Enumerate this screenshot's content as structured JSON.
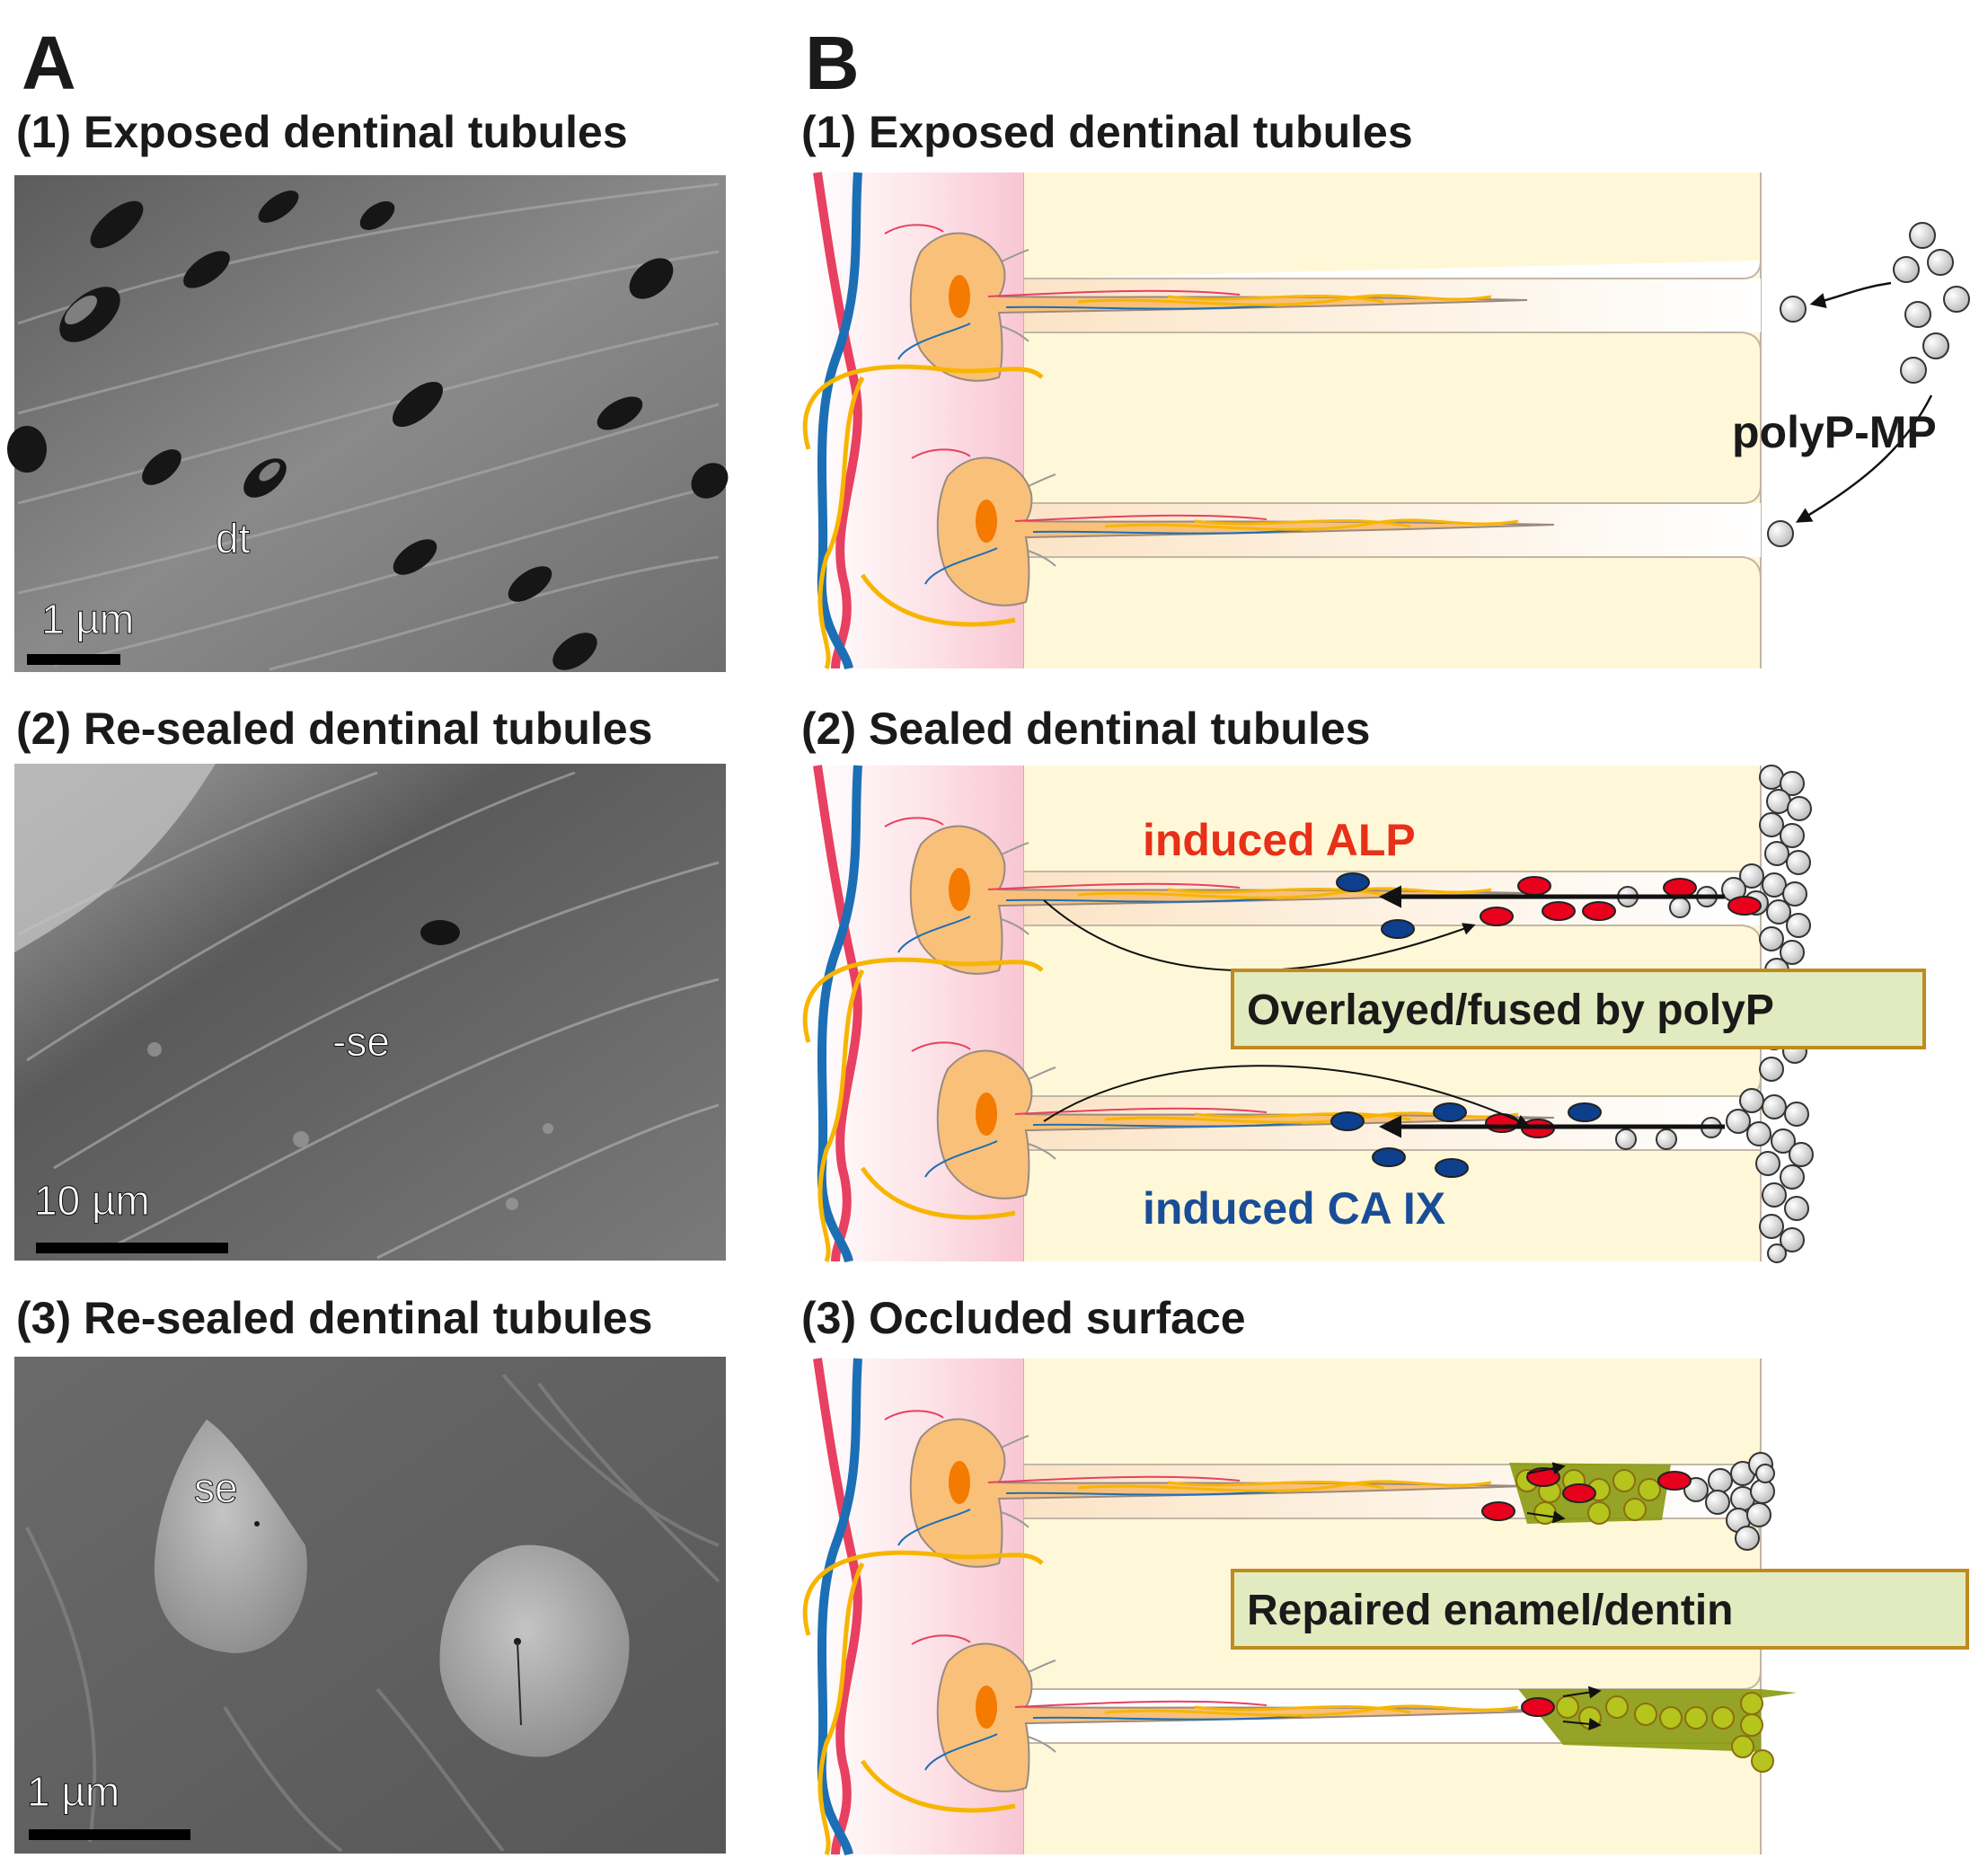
{
  "panels": {
    "a": {
      "letter": "A",
      "sections": [
        {
          "title": "(1) Exposed dentinal tubules",
          "label": "dt",
          "scale": "1 µm"
        },
        {
          "title": "(2) Re-sealed dentinal tubules",
          "label": "-se",
          "scale": "10 µm"
        },
        {
          "title": "(3) Re-sealed dentinal tubules",
          "label": "se",
          "scale": "1 µm"
        }
      ]
    },
    "b": {
      "letter": "B",
      "sections": [
        {
          "title": "(1) Exposed dentinal tubules",
          "polyp_label": "polyP-MP"
        },
        {
          "title": "(2) Sealed dentinal tubules",
          "alp_label": "induced ALP",
          "ca_label": "induced CA IX",
          "box_label": "Overlayed/fused by polyP"
        },
        {
          "title": "(3) Occluded surface",
          "box_label": "Repaired enamel/dentin"
        }
      ]
    }
  },
  "colors": {
    "vessel_red": "#e84060",
    "vessel_blue": "#1c6fb5",
    "nerve_yellow": "#f7b500",
    "cell_orange": "#f9c07a",
    "nucleus": "#f47a00",
    "dentin_bg": "#fff8d8",
    "pulp_pink": "#fbd6de",
    "alp_red": "#e8001c",
    "ca_blue": "#0d3f8c",
    "particle_grey": "#d8d8d8",
    "mineral_green": "#b6c41e",
    "box_fill": "#e2ebbf",
    "box_border": "#c08a1e",
    "alp_text": "#e83018",
    "ca_text": "#1a4d98"
  }
}
